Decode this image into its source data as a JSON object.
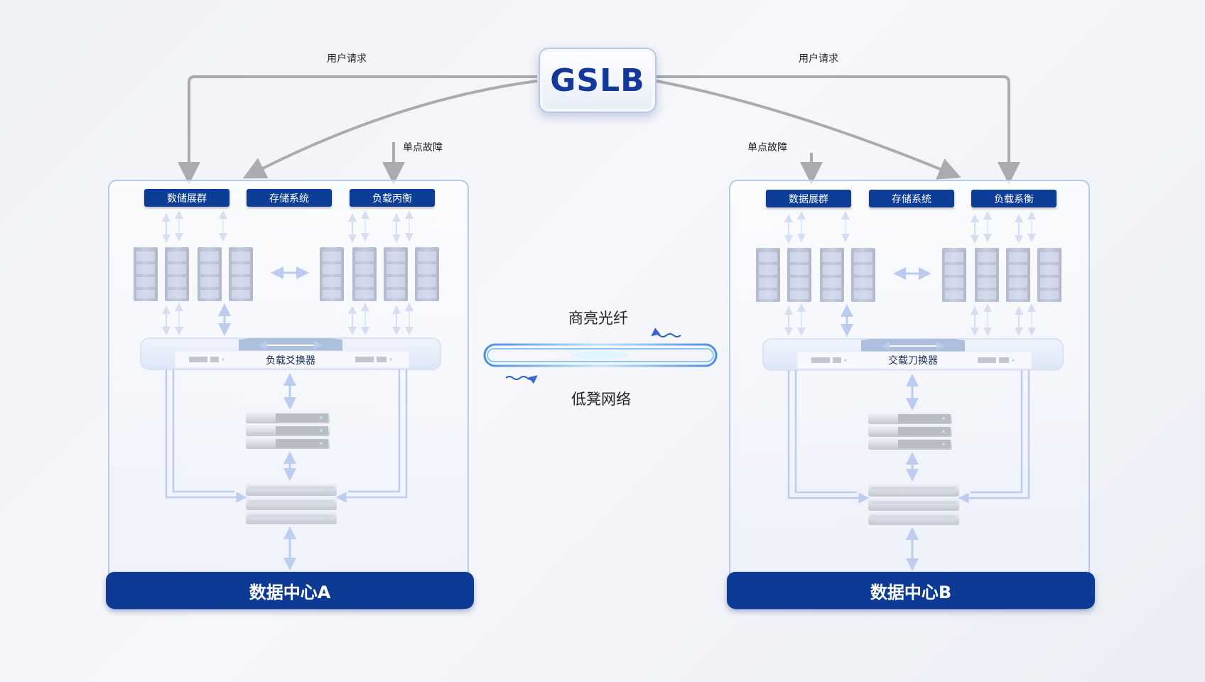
{
  "gslb": {
    "title": "GSLB"
  },
  "flows": {
    "user_request_left": "用户请求",
    "user_request_right": "用户请求",
    "single_point_left": "单点故障",
    "single_point_right": "单点故障"
  },
  "link": {
    "top_label": "商亮光纤",
    "bottom_label": "低凳网络"
  },
  "datacenters": [
    {
      "name": "数据中心A",
      "tags": [
        "数储展群",
        "存储系统",
        "负载丙衡"
      ],
      "switch_label": "负载爻换器"
    },
    {
      "name": "数据中心B",
      "tags": [
        "数据展群",
        "存储系统",
        "负载系衡"
      ],
      "switch_label": "交载刀换器"
    }
  ],
  "colors": {
    "accent": "#0c3a94",
    "arrow_gray": "#a9abb0",
    "arrow_blue": "#3a68d0",
    "fiber_blue": "#5aa6ee"
  }
}
